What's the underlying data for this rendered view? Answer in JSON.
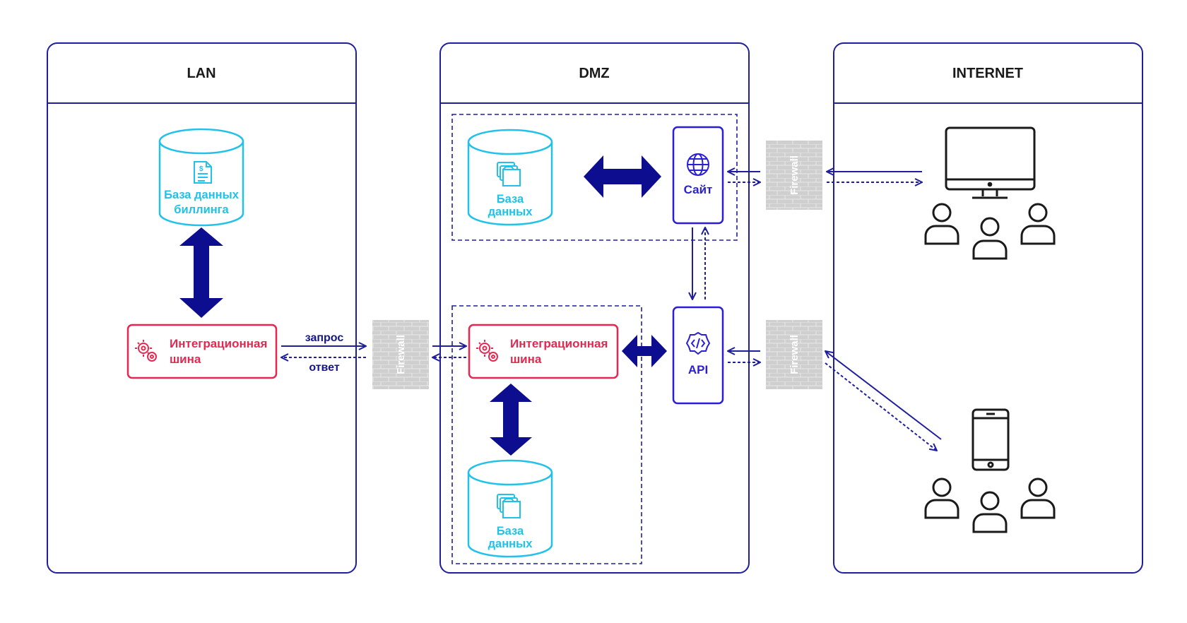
{
  "zones": {
    "lan": "LAN",
    "dmz": "DMZ",
    "internet": "INTERNET"
  },
  "lan": {
    "billing_db_line1": "База данных",
    "billing_db_line2": "биллинга",
    "bus_line1": "Интеграционная",
    "bus_line2": "шина"
  },
  "edges": {
    "request": "запрос",
    "response": "ответ"
  },
  "firewall_label": "Firewall",
  "dmz": {
    "db_top_line1": "База",
    "db_top_line2": "данных",
    "site_label": "Сайт",
    "api_label": "API",
    "bus_line1": "Интеграционная",
    "bus_line2": "шина",
    "db_bottom_line1": "База",
    "db_bottom_line2": "данных"
  },
  "colors": {
    "frame": "#1f1f9e",
    "database": "#22c1ea",
    "bus": "#e8264f",
    "node": "#2a1fd6",
    "arrow": "#0d0d8f",
    "firewall": "#cfcfcf",
    "icon": "#1a1a1a"
  }
}
